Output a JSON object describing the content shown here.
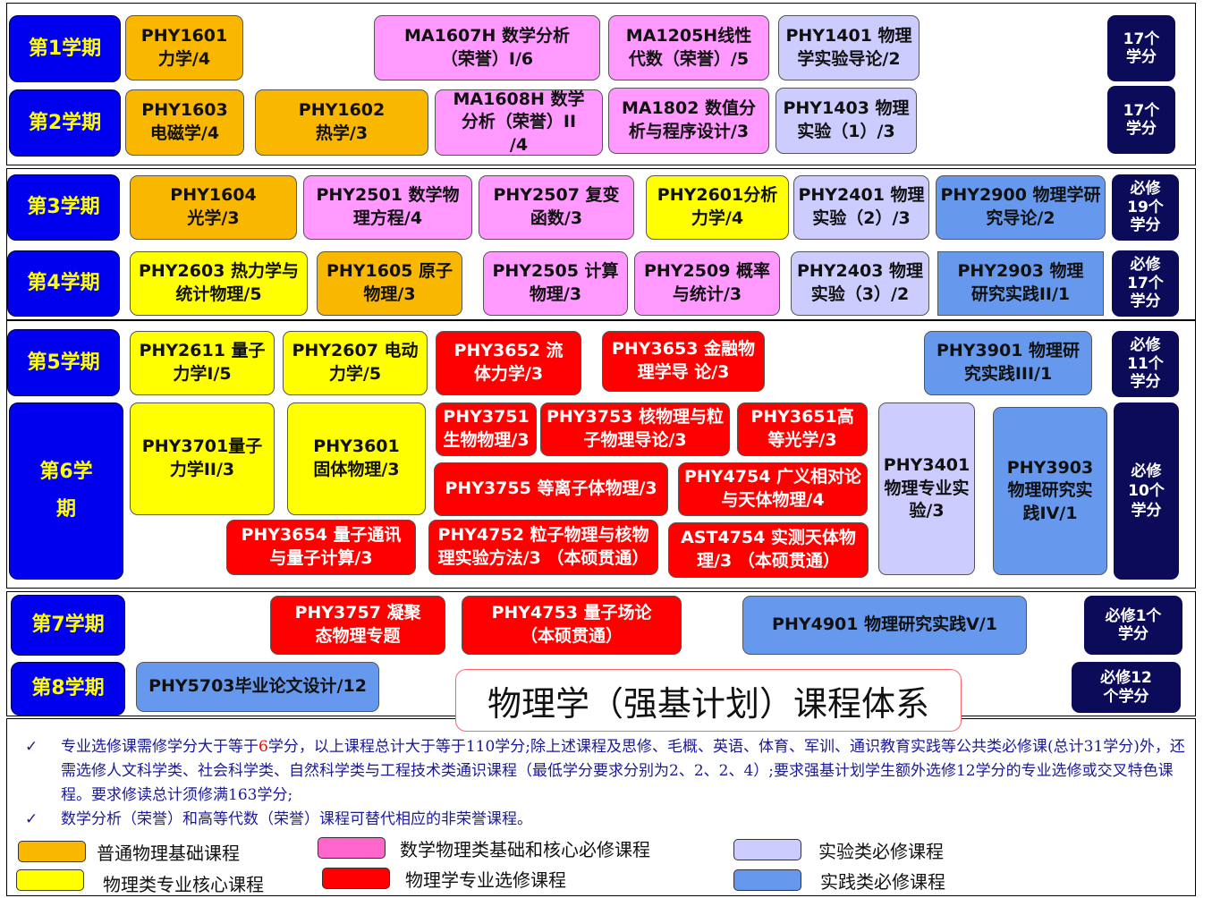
{
  "semesters": [
    "第1学期",
    "第2学期",
    "第3学期",
    "第4学期",
    "第5学期",
    "第6学期",
    "第7学期",
    "第8学期"
  ],
  "credits": [
    "17个学分",
    "17个学分",
    "必修19个学分",
    "必修17个学分",
    "必修11个学分",
    "必修10个学分",
    "必修1个学分",
    "必修12个学分"
  ],
  "courses": [
    "PHY1601 力学/4",
    "MA1607H 数学分析（荣誉）I/6",
    "MA1205H线性代数（荣誉）/5",
    "PHY1401 物理学实验导论/2",
    "PHY1603 电磁学/4",
    "PHY1602 热学/3",
    "MA1608H 数学分析（荣誉）II /4",
    "MA1802 数值分析与程序设计/3",
    "PHY1403 物理实验（1）/3",
    "PHY1604 光学/3",
    "PHY2501 数学物理方程/4",
    "PHY2507 复变函数/3",
    "PHY2601分析力学/4",
    "PHY2401 物理实验（2）/3",
    "PHY2900 物理学研究导论/2",
    "PHY2603 热力学与统计物理/5",
    "PHY1605 原子物理/3",
    "PHY2505 计算物理/3",
    "PHY2509 概率与统计/3",
    "PHY2403 物理实验（3）/2",
    "PHY2903 物理研究实践II/1",
    "PHY2611 量子力学I/5",
    "PHY2607 电动力学/5",
    "PHY3652 流体力学/3",
    "PHY3653 金融物理学导 论/3",
    "PHY3901 物理研究实践III/1",
    "PHY3701量子力学II/3",
    "PHY3601 固体物理/3",
    "PHY3751生物物理/3",
    "PHY3753 核物理与粒子物理导论/3",
    "PHY3651高等光学/3",
    "PHY3401 物理专业实验/3",
    "PHY3903 物理研究实践IV/1",
    "PHY3755 等离子体物理/3",
    "PHY4754 广义相对论与天体物理/4",
    "PHY3654 量子通讯与量子计算/3",
    "PHY4752 粒子物理与核物理实验方法/3 （本硕贯通）",
    "AST4754 实测天体物理/3 （本硕贯通）",
    "PHY3757 凝聚态物理专题",
    "PHY4753 量子场论（本硕贯通）",
    "PHY4901 物理研究实践V/1",
    "PHY5703毕业论文设计/12"
  ],
  "title": "物理学（强基计划）课程体系",
  "notes": {
    "check": "✓",
    "n1_a": "专业选修课需修学分大于等于",
    "n1_red": "6",
    "n1_b": "学分，以上课程总计大于等于110学分;除上述课程及思修、毛概、英语、体育、军训、通识教育实践等公共类必修课(总计31学分)外，还需选修人文科学类、社会科学类、自然科学类与工程技术类通识课程（最低学分要求分别为2、2、2、4）;要求强基计划学生额外选修12学分的专业选修或交叉特色课程。要求修读总计须修满163学分;",
    "n2": "数学分析（荣誉）和高等代数（荣誉）课程可替代相应的非荣誉课程。"
  },
  "legend": [
    "普通物理基础课程",
    "数学物理类基础和核心必修课程",
    "实验类必修课程",
    "物理类专业核心课程",
    "物理学专业选修课程",
    "实践类必修课程"
  ],
  "colors": {
    "orange": "#f9b700",
    "pink": "#ff99ff",
    "lavender": "#ccccff",
    "yellow": "#ffff00",
    "red": "#ff0000",
    "blue": "#6699ee",
    "semester_bg": "#0000ee",
    "semester_text": "#ffff00",
    "credit_bg": "#0b0b5a"
  }
}
